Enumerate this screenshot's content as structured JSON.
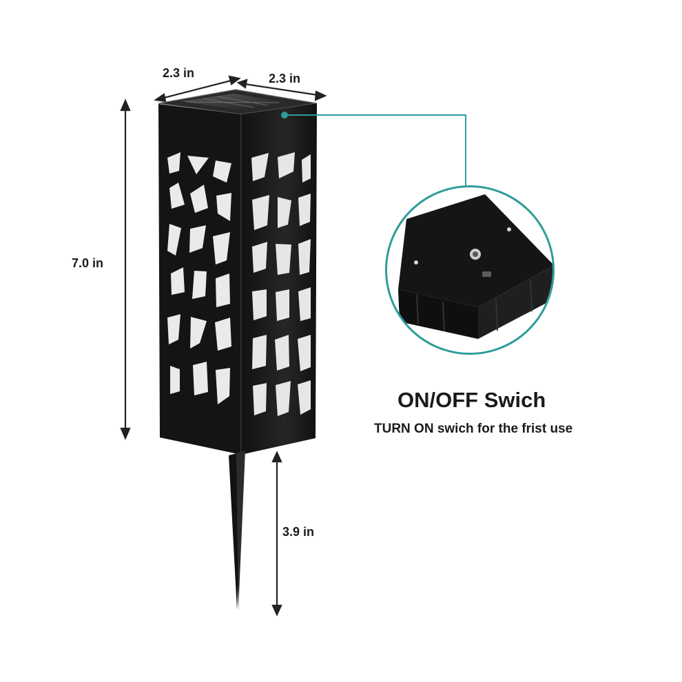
{
  "dimensions": {
    "width_left": "2.3 in",
    "width_right": "2.3 in",
    "height": "7.0 in",
    "stake": "3.9 in"
  },
  "switch_callout": {
    "title": "ON/OFF Swich",
    "note": "TURN ON swich for the frist use"
  },
  "colors": {
    "lamp_body": "#1c1c1c",
    "callout_line": "#2e9c9a",
    "dimension_arrow": "#222222"
  },
  "icons": {
    "product": "solar-pathway-light-icon",
    "detail": "switch-closeup-icon"
  }
}
